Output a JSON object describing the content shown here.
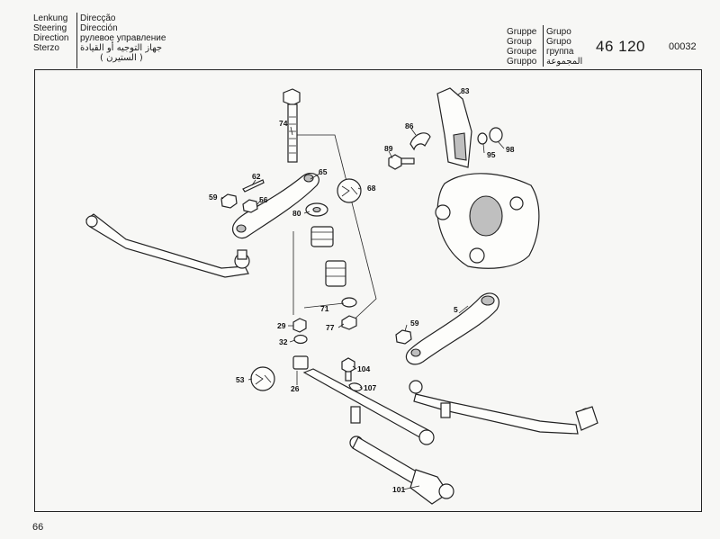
{
  "header": {
    "title_de": [
      "Lenkung",
      "Steering",
      "Direction",
      "Sterzo"
    ],
    "title_es": [
      "Direcção",
      "Dirección",
      "рулевое управление",
      "جهاز التوجيه أو القيادة",
      "( الستيرن )"
    ],
    "group_labels": [
      "Gruppe",
      "Group",
      "Groupe",
      "Gruppo"
    ],
    "group_labels_2": [
      "Grupo",
      "Grupo",
      "группа",
      "المجموعة"
    ],
    "group_number": "46 120",
    "drawing_number": "00032"
  },
  "callouts": [
    {
      "id": "74",
      "label": "74"
    },
    {
      "id": "65",
      "label": "65"
    },
    {
      "id": "62",
      "label": "62"
    },
    {
      "id": "59a",
      "label": "59"
    },
    {
      "id": "56",
      "label": "56"
    },
    {
      "id": "68",
      "label": "68"
    },
    {
      "id": "80",
      "label": "80"
    },
    {
      "id": "71",
      "label": "71"
    },
    {
      "id": "77",
      "label": "77"
    },
    {
      "id": "29",
      "label": "29"
    },
    {
      "id": "32",
      "label": "32"
    },
    {
      "id": "53",
      "label": "53"
    },
    {
      "id": "26",
      "label": "26"
    },
    {
      "id": "104",
      "label": "104"
    },
    {
      "id": "107",
      "label": "107"
    },
    {
      "id": "101",
      "label": "101"
    },
    {
      "id": "83",
      "label": "83"
    },
    {
      "id": "86",
      "label": "86"
    },
    {
      "id": "89",
      "label": "89"
    },
    {
      "id": "95",
      "label": "95"
    },
    {
      "id": "98",
      "label": "98"
    },
    {
      "id": "5",
      "label": "5"
    },
    {
      "id": "59b",
      "label": "59"
    }
  ],
  "footer": {
    "page_number": "66"
  }
}
